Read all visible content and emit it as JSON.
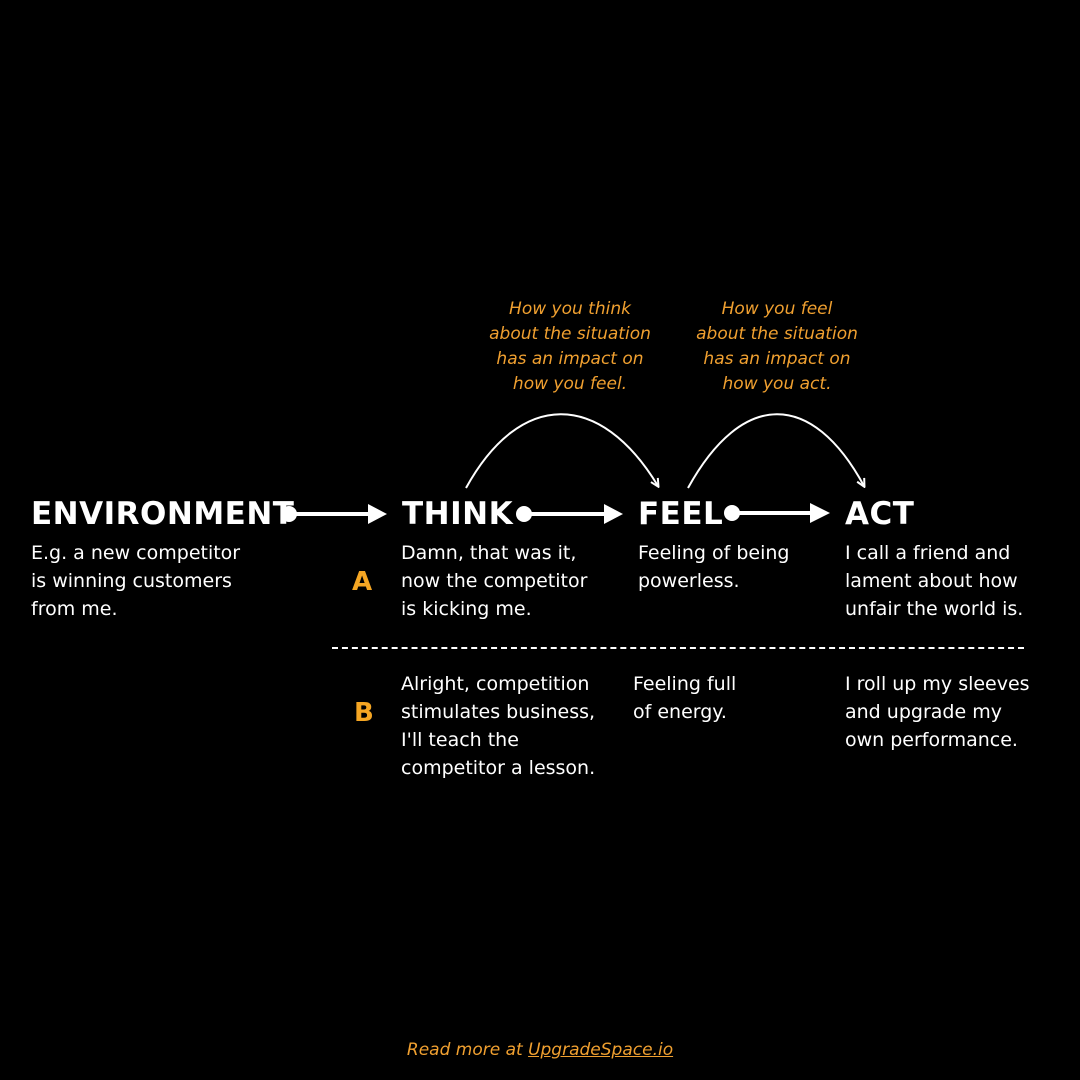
{
  "stages": {
    "environment": "ENVIRONMENT",
    "think": "THINK",
    "feel": "FEEL",
    "act": "ACT"
  },
  "notes": {
    "think_to_feel": "How you think\nabout the situation\nhas an impact on\nhow you feel.",
    "feel_to_act": "How you feel\nabout the situation\nhas an impact on\nhow you act."
  },
  "environment_example": "E.g. a new competitor\nis winning customers\nfrom me.",
  "scenario_a": {
    "label": "A",
    "think": "Damn, that was it,\nnow the competitor\nis kicking me.",
    "feel": "Feeling of being\npowerless.",
    "act": "I call a friend and\nlament about how\nunfair the world is."
  },
  "scenario_b": {
    "label": "B",
    "think": "Alright, competition\nstimulates business,\nI'll teach the\ncompetitor a lesson.",
    "feel": "Feeling full\nof energy.",
    "act": "I roll up my sleeves\nand upgrade my\nown performance."
  },
  "footer": {
    "prefix": "Read more at ",
    "link": "UpgradeSpace.io"
  },
  "colors": {
    "background": "#000000",
    "text": "#ffffff",
    "accent": "#f0a030"
  }
}
